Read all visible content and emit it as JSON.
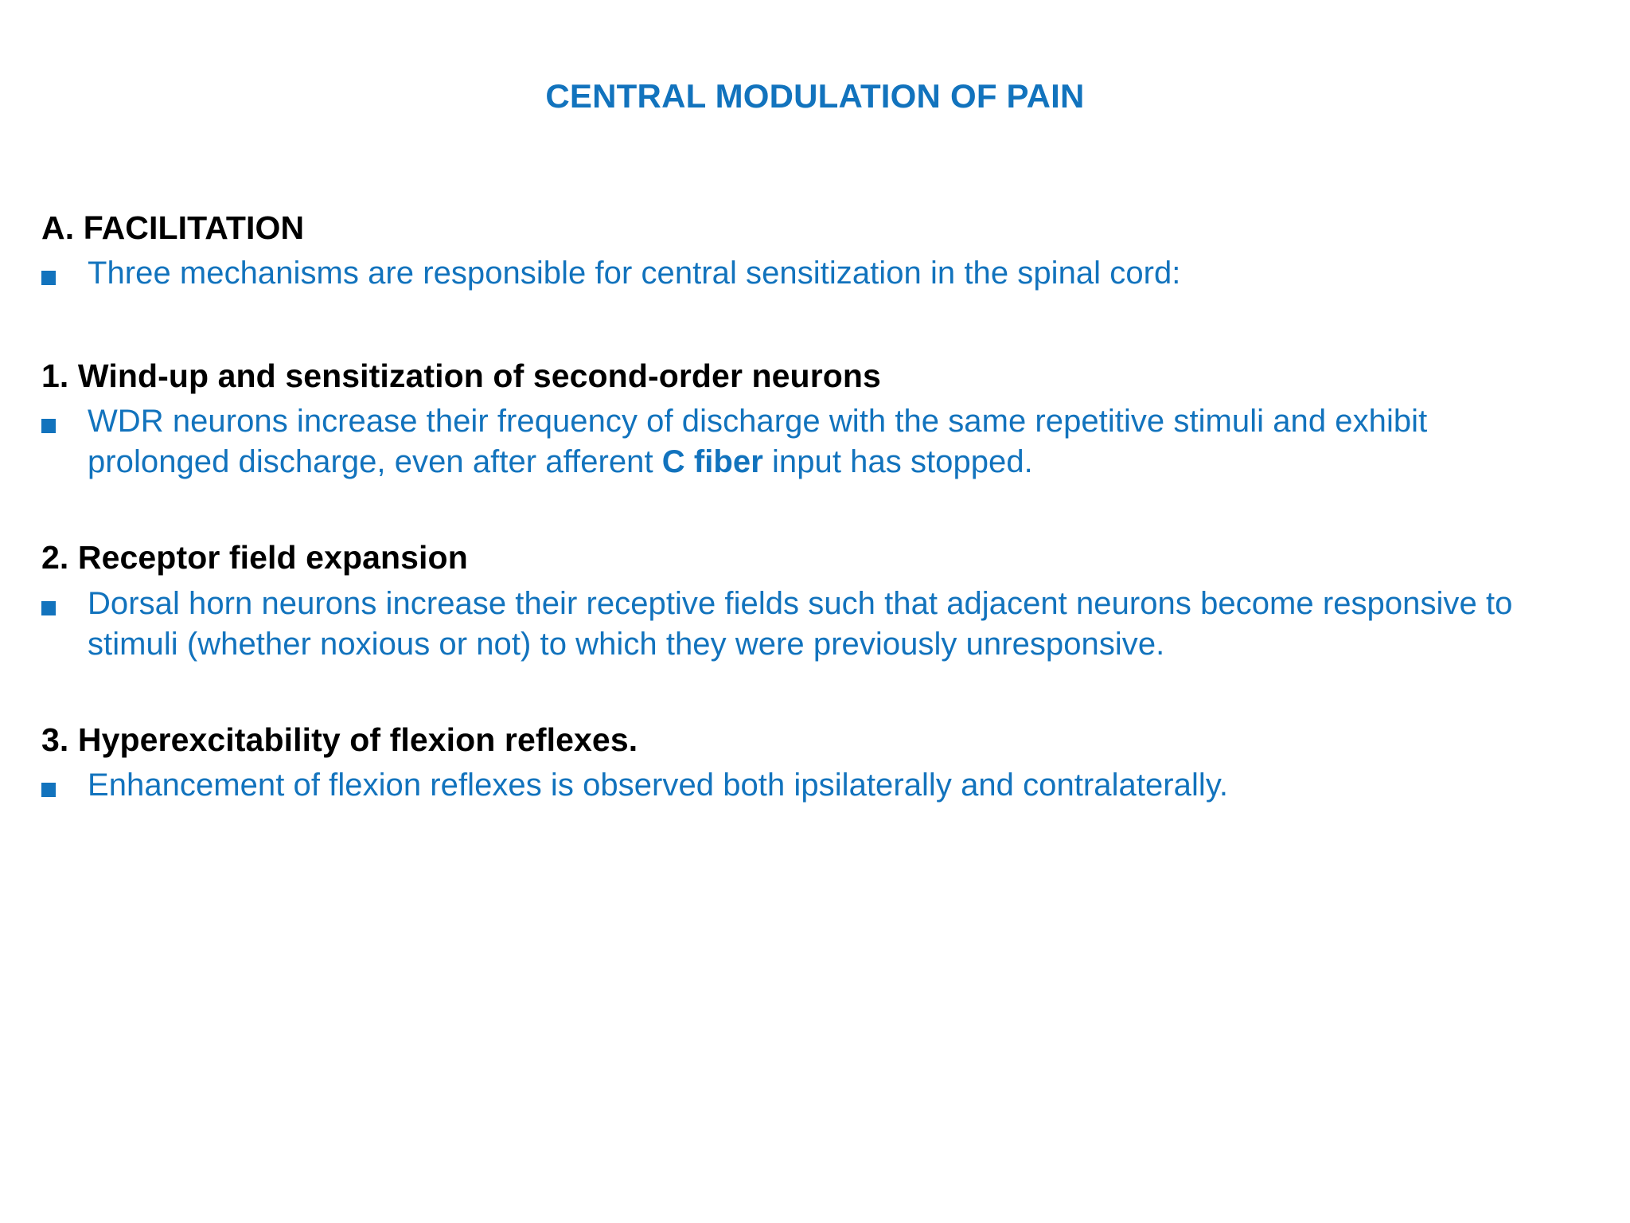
{
  "slide": {
    "title": "CENTRAL MODULATION OF PAIN",
    "colors": {
      "title_blue": "#1273bd",
      "body_blue": "#1273bd",
      "heading_black": "#000000",
      "background": "#ffffff",
      "bullet_marker": "#1273bd"
    },
    "sections": [
      {
        "heading": "A. FACILITATION",
        "bullets": [
          {
            "marker": "square-bullet",
            "text_before_bold": "Three  mechanisms are responsible for central sensitization in the spinal cord:",
            "bold": "",
            "text_after_bold": ""
          }
        ]
      },
      {
        "heading": "1. Wind-up and sensitization of second-order neurons",
        "bullets": [
          {
            "marker": "square-bullet",
            "text_before_bold": "WDR neurons increase their frequency of discharge with the same repetitive stimuli and exhibit prolonged discharge, even after afferent ",
            "bold": "C fiber",
            "text_after_bold": " input has stopped."
          }
        ]
      },
      {
        "heading": "2. Receptor field expansion",
        "bullets": [
          {
            "marker": "square-bullet",
            "text_before_bold": "Dorsal horn neurons increase their receptive fields such that adjacent neurons become responsive to stimuli (whether noxious or not) to which they were previously unresponsive.",
            "bold": "",
            "text_after_bold": ""
          }
        ]
      },
      {
        "heading": "3. Hyperexcitability of flexion reflexes.",
        "bullets": [
          {
            "marker": "square-bullet",
            "text_before_bold": "Enhancement of flexion reflexes is observed both ipsilaterally and contralaterally.",
            "bold": "",
            "text_after_bold": ""
          }
        ]
      }
    ]
  }
}
